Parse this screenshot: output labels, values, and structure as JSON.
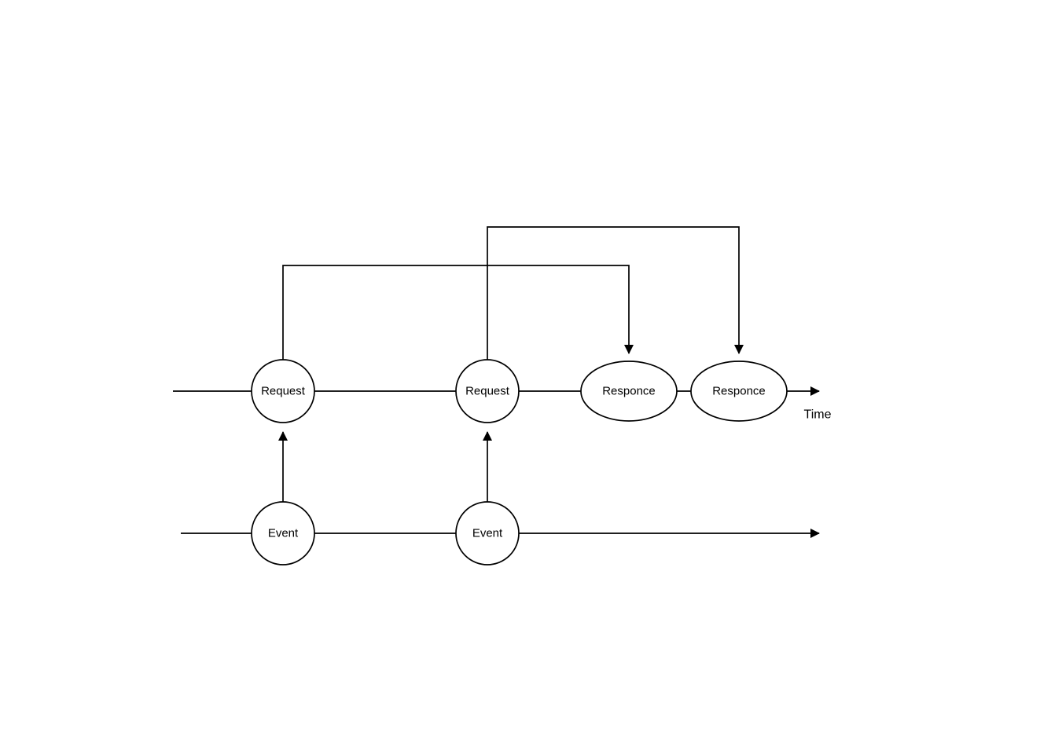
{
  "diagram": {
    "time_label": "Time",
    "colors": {
      "stroke": "#000000",
      "node_fill": "#ffffff",
      "text": "#000000",
      "background": "#ffffff"
    },
    "nodes": [
      {
        "id": "request-1",
        "label": "Request",
        "shape": "circle"
      },
      {
        "id": "request-2",
        "label": "Request",
        "shape": "circle"
      },
      {
        "id": "responce-1",
        "label": "Responce",
        "shape": "ellipse"
      },
      {
        "id": "responce-2",
        "label": "Responce",
        "shape": "ellipse"
      },
      {
        "id": "event-1",
        "label": "Event",
        "shape": "circle"
      },
      {
        "id": "event-2",
        "label": "Event",
        "shape": "circle"
      }
    ],
    "edges": [
      {
        "from": "event-1",
        "to": "request-1",
        "type": "vertical-arrow-up"
      },
      {
        "from": "event-2",
        "to": "request-2",
        "type": "vertical-arrow-up"
      },
      {
        "from": "request-1",
        "to": "responce-1",
        "type": "elbow-over-top"
      },
      {
        "from": "request-2",
        "to": "responce-2",
        "type": "elbow-over-top"
      }
    ],
    "timelines": [
      {
        "id": "request-responce-timeline",
        "label": "Time",
        "nodes": [
          "request-1",
          "request-2",
          "responce-1",
          "responce-2"
        ]
      },
      {
        "id": "event-timeline",
        "label": "",
        "nodes": [
          "event-1",
          "event-2"
        ]
      }
    ]
  }
}
